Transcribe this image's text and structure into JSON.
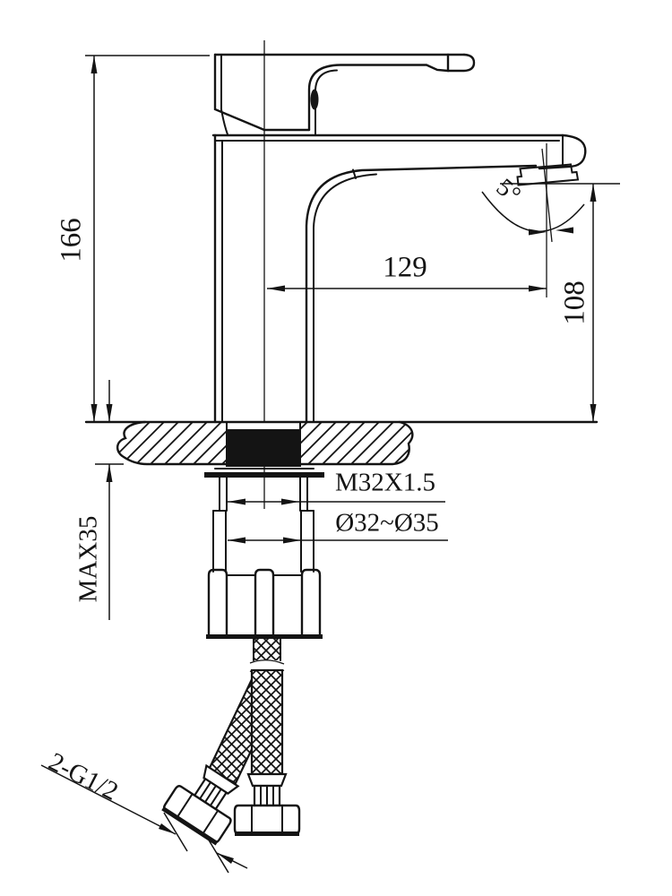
{
  "drawing": {
    "title": "Basin faucet installation dimension drawing",
    "subject": "single-handle basin mixer, side elevation with deck mounting cross-section and flexible supply hoses",
    "units": "mm",
    "colors": {
      "line": "#141414",
      "background": "#ffffff",
      "gasket_fill": "#141414"
    },
    "labels": {
      "total_height": "166",
      "spout_reach": "129",
      "outlet_height": "108",
      "outlet_angle": "5°",
      "shank_thread": "M32X1.5",
      "mounting_hole_diameter": "Ø32~Ø35",
      "max_deck_thickness": "MAX35",
      "hose_connections": "2-G1/2"
    }
  }
}
